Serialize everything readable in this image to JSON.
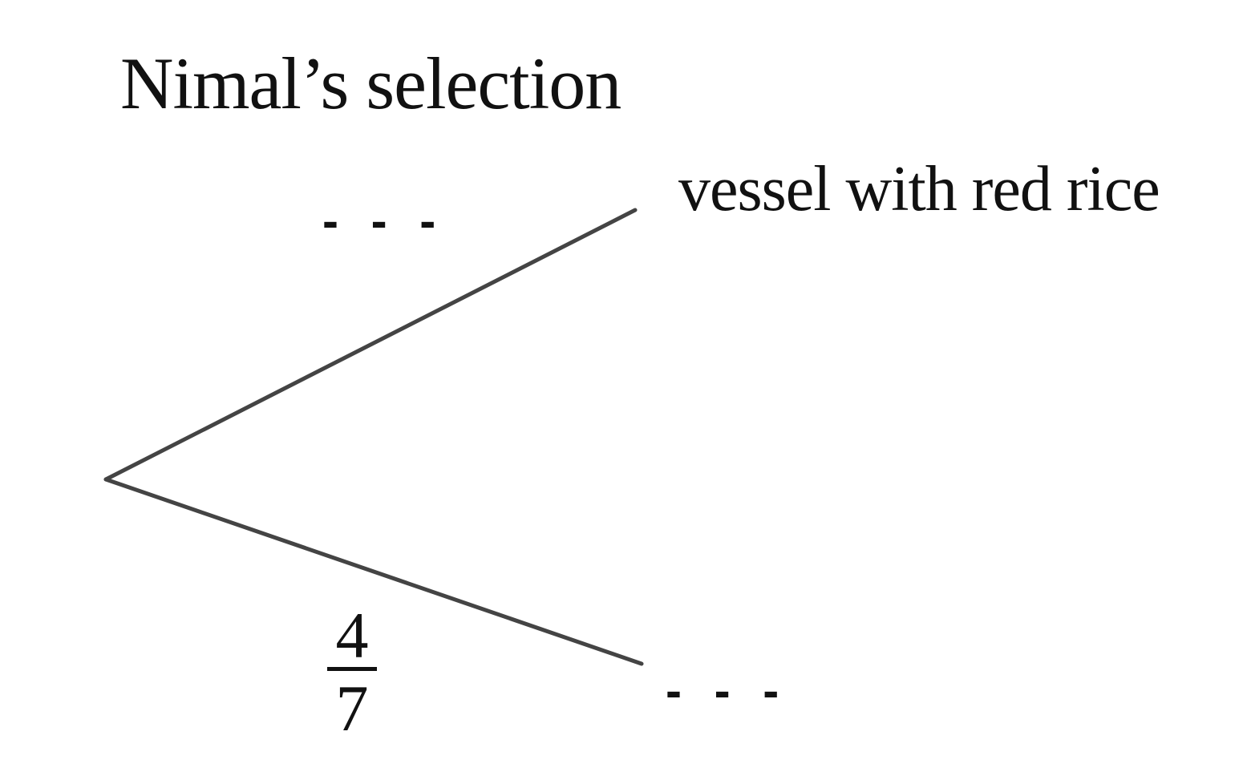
{
  "title": "Nimal’s selection",
  "branches": [
    {
      "probability_label": "- - -",
      "outcome_label": "vessel with red rice"
    },
    {
      "probability_numerator": "4",
      "probability_denominator": "7",
      "outcome_label": "- - -"
    }
  ],
  "colors": {
    "line": "#444444",
    "text": "#111111",
    "background": "#ffffff"
  }
}
